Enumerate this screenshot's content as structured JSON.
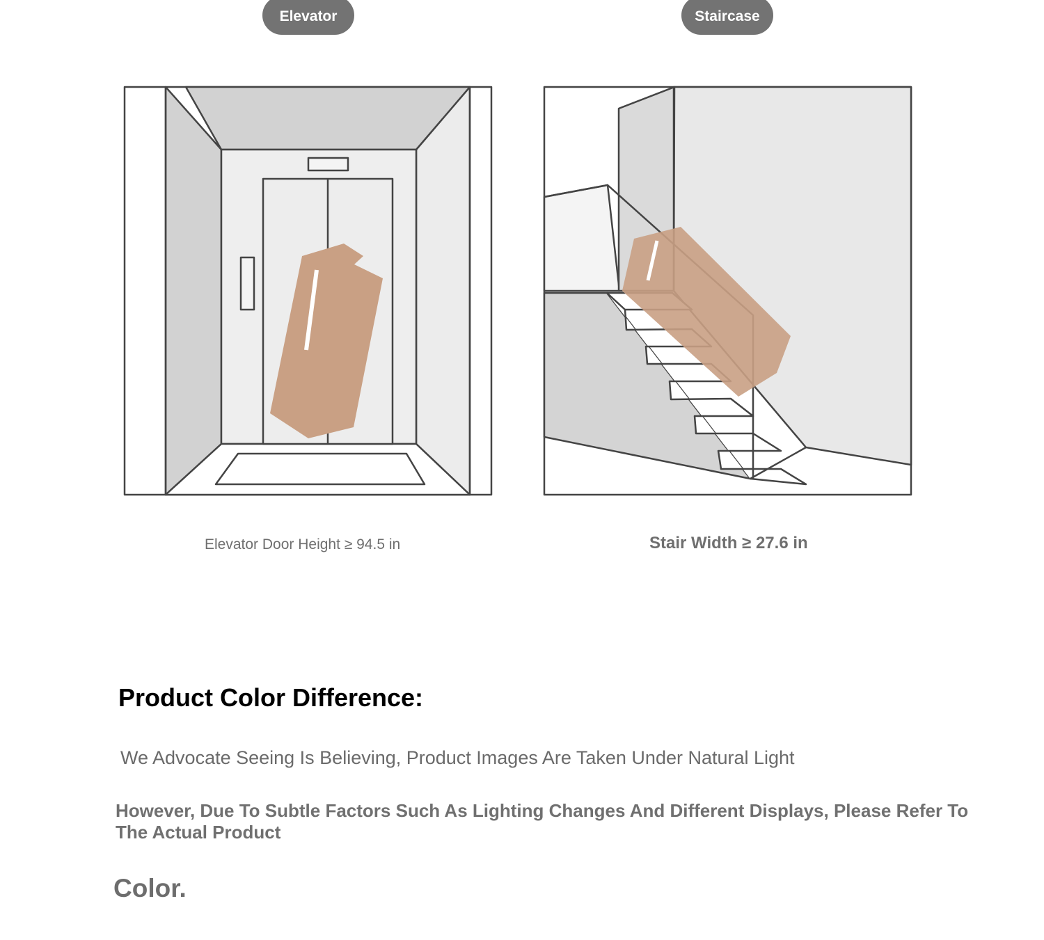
{
  "labels": {
    "elevator": "Elevator",
    "staircase": "Staircase"
  },
  "captions": {
    "elevator": "Elevator Door Height ≥ 94.5 in",
    "staircase": "Stair Width ≥ 27.6 in"
  },
  "color_section": {
    "heading": "Product Color Difference:",
    "paragraph1": "We Advocate Seeing Is Believing, Product Images Are Taken Under Natural Light",
    "paragraph2": "However, Due To Subtle Factors Such As Lighting Changes And Different Displays, Please Refer To The Actual Product",
    "label": "Color."
  },
  "colors": {
    "pill": "#737373",
    "box": "#c9a084",
    "wall": "#d0d0d0",
    "line": "#444444"
  }
}
